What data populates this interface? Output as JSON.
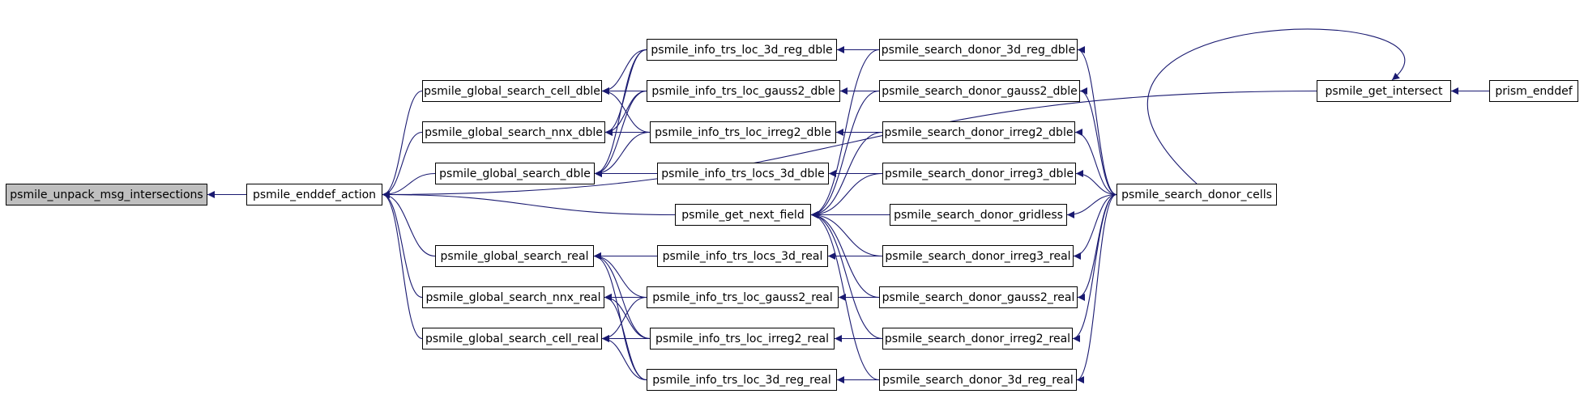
{
  "graph": {
    "root": "n_unpack",
    "colors": {
      "edge": "#191970",
      "node_border": "#000000",
      "root_fill": "#bfbfbf",
      "node_fill": "#ffffff"
    },
    "nodes": {
      "n_unpack": "psmile_unpack_msg_intersections",
      "n_enddef_action": "psmile_enddef_action",
      "n_gs_cell_dble": "psmile_global_search_cell_dble",
      "n_gs_nnx_dble": "psmile_global_search_nnx_dble",
      "n_gs_dble": "psmile_global_search_dble",
      "n_gs_real": "psmile_global_search_real",
      "n_gs_nnx_real": "psmile_global_search_nnx_real",
      "n_gs_cell_real": "psmile_global_search_cell_real",
      "n_its_3d_reg_dble": "psmile_info_trs_loc_3d_reg_dble",
      "n_its_gauss2_dble": "psmile_info_trs_loc_gauss2_dble",
      "n_its_irreg2_dble": "psmile_info_trs_loc_irreg2_dble",
      "n_its_locs_3d_dble": "psmile_info_trs_locs_3d_dble",
      "n_get_next_field": "psmile_get_next_field",
      "n_its_locs_3d_real": "psmile_info_trs_locs_3d_real",
      "n_its_gauss2_real": "psmile_info_trs_loc_gauss2_real",
      "n_its_irreg2_real": "psmile_info_trs_loc_irreg2_real",
      "n_its_3d_reg_real": "psmile_info_trs_loc_3d_reg_real",
      "n_sd_3d_reg_dble": "psmile_search_donor_3d_reg_dble",
      "n_sd_gauss2_dble": "psmile_search_donor_gauss2_dble",
      "n_sd_irreg2_dble": "psmile_search_donor_irreg2_dble",
      "n_sd_irreg3_dble": "psmile_search_donor_irreg3_dble",
      "n_sd_gridless": "psmile_search_donor_gridless",
      "n_sd_irreg3_real": "psmile_search_donor_irreg3_real",
      "n_sd_gauss2_real": "psmile_search_donor_gauss2_real",
      "n_sd_irreg2_real": "psmile_search_donor_irreg2_real",
      "n_sd_3d_reg_real": "psmile_search_donor_3d_reg_real",
      "n_sd_cells": "psmile_search_donor_cells",
      "n_get_intersect": "psmile_get_intersect",
      "n_prism_enddef": "prism_enddef"
    },
    "edges": [
      [
        "n_enddef_action",
        "n_unpack"
      ],
      [
        "n_get_intersect",
        "n_enddef_action"
      ],
      [
        "n_gs_cell_dble",
        "n_enddef_action"
      ],
      [
        "n_gs_nnx_dble",
        "n_enddef_action"
      ],
      [
        "n_gs_dble",
        "n_enddef_action"
      ],
      [
        "n_get_next_field",
        "n_enddef_action"
      ],
      [
        "n_gs_real",
        "n_enddef_action"
      ],
      [
        "n_gs_nnx_real",
        "n_enddef_action"
      ],
      [
        "n_gs_cell_real",
        "n_enddef_action"
      ],
      [
        "n_its_3d_reg_dble",
        "n_gs_cell_dble"
      ],
      [
        "n_its_gauss2_dble",
        "n_gs_cell_dble"
      ],
      [
        "n_its_irreg2_dble",
        "n_gs_cell_dble"
      ],
      [
        "n_its_3d_reg_dble",
        "n_gs_nnx_dble"
      ],
      [
        "n_its_gauss2_dble",
        "n_gs_nnx_dble"
      ],
      [
        "n_its_irreg2_dble",
        "n_gs_nnx_dble"
      ],
      [
        "n_its_3d_reg_dble",
        "n_gs_dble"
      ],
      [
        "n_its_gauss2_dble",
        "n_gs_dble"
      ],
      [
        "n_its_irreg2_dble",
        "n_gs_dble"
      ],
      [
        "n_its_locs_3d_dble",
        "n_gs_dble"
      ],
      [
        "n_its_locs_3d_real",
        "n_gs_real"
      ],
      [
        "n_its_gauss2_real",
        "n_gs_real"
      ],
      [
        "n_its_irreg2_real",
        "n_gs_real"
      ],
      [
        "n_its_3d_reg_real",
        "n_gs_real"
      ],
      [
        "n_its_gauss2_real",
        "n_gs_nnx_real"
      ],
      [
        "n_its_irreg2_real",
        "n_gs_nnx_real"
      ],
      [
        "n_its_3d_reg_real",
        "n_gs_nnx_real"
      ],
      [
        "n_its_gauss2_real",
        "n_gs_cell_real"
      ],
      [
        "n_its_irreg2_real",
        "n_gs_cell_real"
      ],
      [
        "n_its_3d_reg_real",
        "n_gs_cell_real"
      ],
      [
        "n_sd_3d_reg_dble",
        "n_its_3d_reg_dble"
      ],
      [
        "n_sd_gauss2_dble",
        "n_its_gauss2_dble"
      ],
      [
        "n_sd_irreg2_dble",
        "n_its_irreg2_dble"
      ],
      [
        "n_sd_irreg3_dble",
        "n_its_locs_3d_dble"
      ],
      [
        "n_sd_irreg3_real",
        "n_its_locs_3d_real"
      ],
      [
        "n_sd_gauss2_real",
        "n_its_gauss2_real"
      ],
      [
        "n_sd_irreg2_real",
        "n_its_irreg2_real"
      ],
      [
        "n_sd_3d_reg_real",
        "n_its_3d_reg_real"
      ],
      [
        "n_sd_3d_reg_dble",
        "n_get_next_field"
      ],
      [
        "n_sd_gauss2_dble",
        "n_get_next_field"
      ],
      [
        "n_sd_irreg2_dble",
        "n_get_next_field"
      ],
      [
        "n_sd_irreg3_dble",
        "n_get_next_field"
      ],
      [
        "n_sd_gridless",
        "n_get_next_field"
      ],
      [
        "n_sd_irreg3_real",
        "n_get_next_field"
      ],
      [
        "n_sd_gauss2_real",
        "n_get_next_field"
      ],
      [
        "n_sd_irreg2_real",
        "n_get_next_field"
      ],
      [
        "n_sd_3d_reg_real",
        "n_get_next_field"
      ],
      [
        "n_sd_cells",
        "n_sd_3d_reg_dble"
      ],
      [
        "n_sd_cells",
        "n_sd_gauss2_dble"
      ],
      [
        "n_sd_cells",
        "n_sd_irreg2_dble"
      ],
      [
        "n_sd_cells",
        "n_sd_irreg3_dble"
      ],
      [
        "n_sd_cells",
        "n_sd_gridless"
      ],
      [
        "n_sd_cells",
        "n_sd_irreg3_real"
      ],
      [
        "n_sd_cells",
        "n_sd_gauss2_real"
      ],
      [
        "n_sd_cells",
        "n_sd_irreg2_real"
      ],
      [
        "n_sd_cells",
        "n_sd_3d_reg_real"
      ],
      [
        "n_sd_cells",
        "n_get_intersect"
      ],
      [
        "n_prism_enddef",
        "n_get_intersect"
      ]
    ]
  }
}
